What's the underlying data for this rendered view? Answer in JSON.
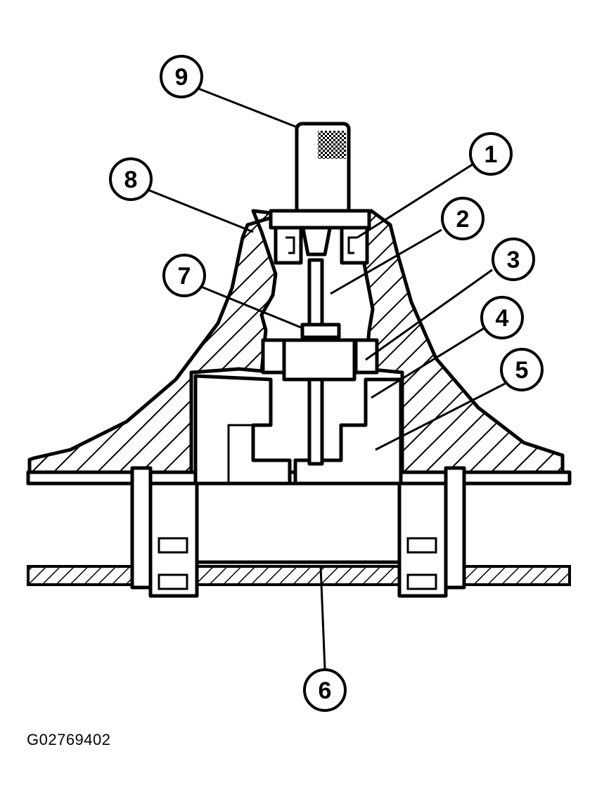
{
  "figure_id": "G02769402",
  "callouts": [
    {
      "label": "1"
    },
    {
      "label": "2"
    },
    {
      "label": "3"
    },
    {
      "label": "4"
    },
    {
      "label": "5"
    },
    {
      "label": "6"
    },
    {
      "label": "7"
    },
    {
      "label": "8"
    },
    {
      "label": "9"
    }
  ]
}
